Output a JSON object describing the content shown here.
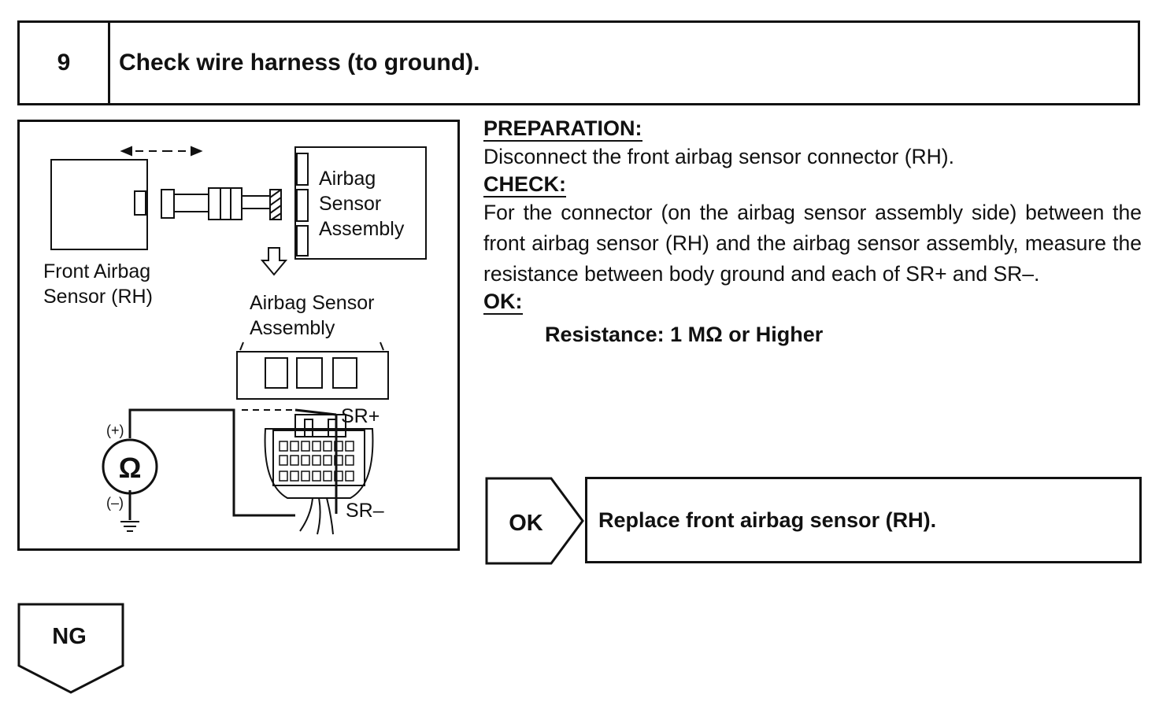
{
  "header": {
    "step_number": "9",
    "title": "Check wire harness (to ground)."
  },
  "diagram": {
    "front_sensor_label": [
      "Front Airbag",
      "Sensor (RH)"
    ],
    "assembly_label_top": [
      "Airbag",
      "Sensor",
      "Assembly"
    ],
    "assembly_label_bottom": [
      "Airbag Sensor",
      "Assembly"
    ],
    "pin_plus": "SR+",
    "pin_minus": "SR–",
    "meter_symbol": "Ω",
    "meter_plus": "(+)",
    "meter_minus": "(–)"
  },
  "instructions": {
    "preparation_heading": "PREPARATION:",
    "preparation_text": "Disconnect the front airbag sensor connector (RH).",
    "check_heading": "CHECK:",
    "check_text": "For the connector (on the airbag sensor assembly side) between the front airbag sensor (RH) and the airbag sensor assembly, measure the resistance between body ground and each of SR+ and SR–.",
    "ok_heading": "OK:",
    "ok_spec": "Resistance: 1 MΩ or Higher"
  },
  "results": {
    "ok_label": "OK",
    "ok_action": "Replace front airbag sensor (RH).",
    "ng_label": "NG"
  }
}
